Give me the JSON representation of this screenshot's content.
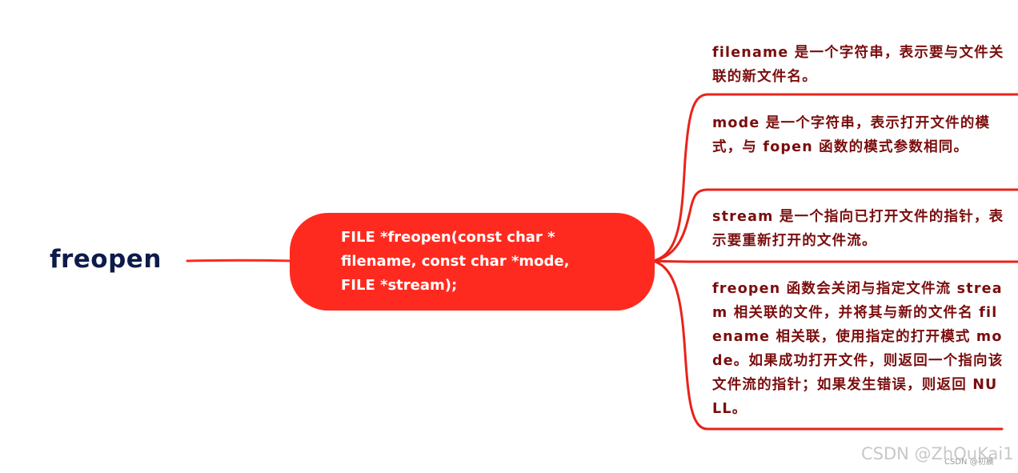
{
  "root": {
    "label": "freopen"
  },
  "signature": {
    "text": "FILE *freopen(const char * filename, const char *mode, FILE *stream);"
  },
  "leaves": [
    "filename 是一个字符串，表示要与文件关联的新文件名。",
    "mode 是一个字符串，表示打开文件的模式，与 fopen 函数的模式参数相同。",
    "stream 是一个指向已打开文件的指针，表示要重新打开的文件流。",
    "freopen 函数会关闭与指定文件流 stream 相关联的文件，并将其与新的文件名 filename 相关联，使用指定的打开模式 mode。如果成功打开文件，则返回一个指向该文件流的指针；如果发生错误，则返回 NULL。"
  ],
  "watermark": {
    "text": "CSDN @ZhOuKai1",
    "small_text": "CSDN @初晨"
  },
  "colors": {
    "accent": "#ff2a1f",
    "root_text": "#0d1b4a",
    "leaf_text": "#7a0d0d",
    "connector_dark": "#e8231a"
  }
}
